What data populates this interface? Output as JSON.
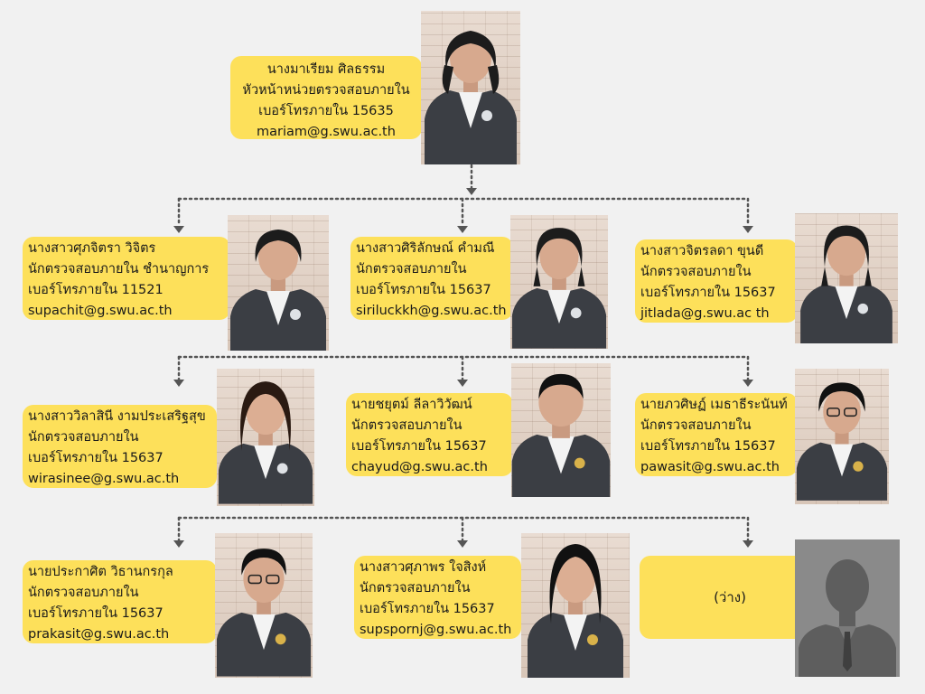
{
  "head": {
    "name": "นางมาเรียม ศิลธรรม",
    "title": "หัวหน้าหน่วยตรวจสอบภายใน",
    "phone": "เบอร์โทรภายใน 15635",
    "email": "mariam@g.swu.ac.th"
  },
  "rows": [
    [
      {
        "name": "นางสาวศุภจิตรา วิจิตร",
        "title": "นักตรวจสอบภายใน ชำนาญการ",
        "phone": "เบอร์โทรภายใน 11521",
        "email": "supachit@g.swu.ac.th"
      },
      {
        "name": "นางสาวศิริลักษณ์  คำมณี",
        "title": "นักตรวจสอบภายใน",
        "phone": "เบอร์โทรภายใน  15637",
        "email": "siriluckkh@g.swu.ac.th"
      },
      {
        "name": "นางสาวจิตรลดา ขุนดี",
        "title": "นักตรวจสอบภายใน",
        "phone": "เบอร์โทรภายใน  15637",
        "email": "jitlada@g.swu.ac th"
      }
    ],
    [
      {
        "name": "นางสาววิลาสินี งามประเสริฐสุข",
        "title": "นักตรวจสอบภายใน",
        "phone": "เบอร์โทรภายใน  15637",
        "email": "wirasinee@g.swu.ac.th"
      },
      {
        "name": "นายชยุตม์ ลีลาวิวัฒน์",
        "title": "นักตรวจสอบภายใน",
        "phone": "เบอร์โทรภายใน  15637",
        "email": "chayud@g.swu.ac.th"
      },
      {
        "name": "นายภวศิษฏ์  เมธาธีระนันท์",
        "title": "นักตรวจสอบภายใน",
        "phone": "เบอร์โทรภายใน  15637",
        "email": "pawasit@g.swu.ac.th"
      }
    ],
    [
      {
        "name": "นายประกาศิต  วิธานกรกุล",
        "title": "นักตรวจสอบภายใน",
        "phone": "เบอร์โทรภายใน  15637",
        "email": "prakasit@g.swu.ac.th"
      },
      {
        "name": "นางสาวศุภาพร  ใจสิงห์",
        "title": "นักตรวจสอบภายใน",
        "phone": "เบอร์โทรภายใน  15637",
        "email": "supspornj@g.swu.ac.th"
      }
    ]
  ],
  "vacant_label": "(ว่าง)",
  "colors": {
    "background": "#f1f1f1",
    "card": "#fde05a",
    "connector": "#555555",
    "suit": "#3b3e44",
    "placeholder": "#8a8a8a"
  }
}
